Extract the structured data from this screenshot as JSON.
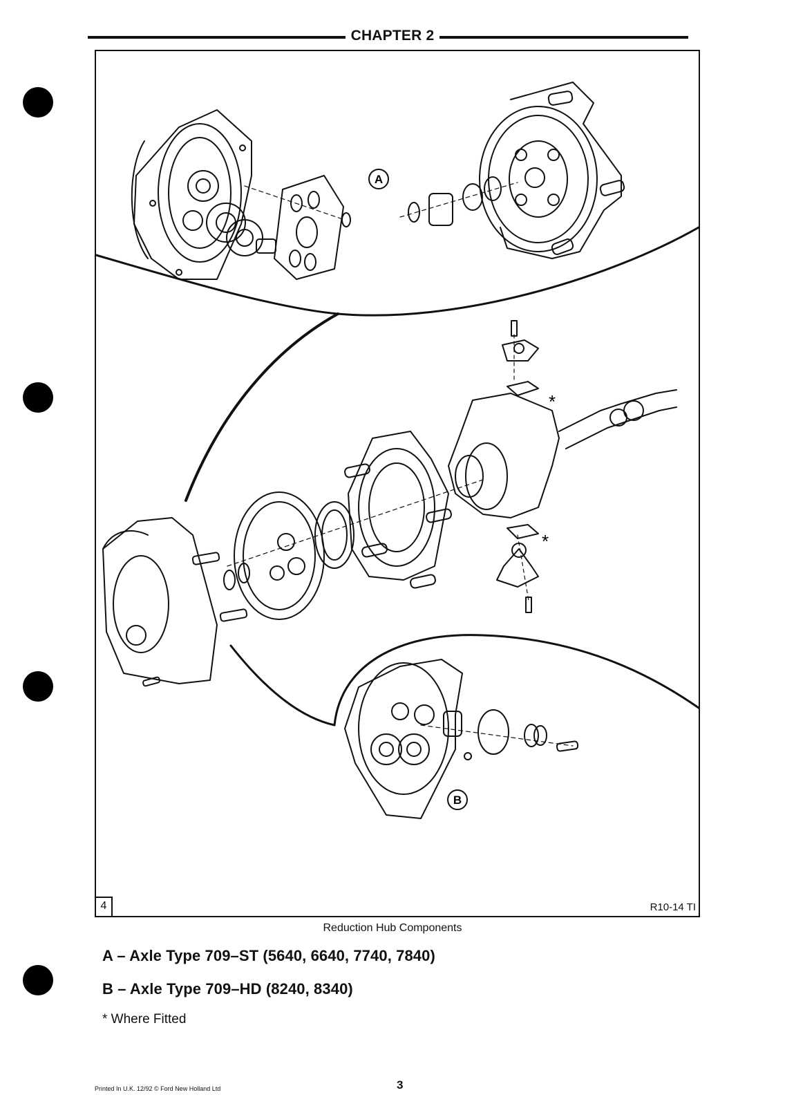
{
  "header": {
    "chapter": "CHAPTER 2"
  },
  "figure": {
    "number": "4",
    "reference": "R10-14 TI",
    "callouts": {
      "a": "A",
      "b": "B"
    },
    "asterisk_marks": [
      "*",
      "*"
    ]
  },
  "caption": {
    "title": "Reduction Hub Components",
    "line_a": "A – Axle Type 709–ST (5640, 6640, 7740, 7840)",
    "line_b": "B – Axle Type 709–HD (8240, 8340)",
    "note": "* Where Fitted"
  },
  "footer": {
    "printed": "Printed In U.K. 12/92 © Ford New Holland Ltd",
    "page_number": "3"
  }
}
